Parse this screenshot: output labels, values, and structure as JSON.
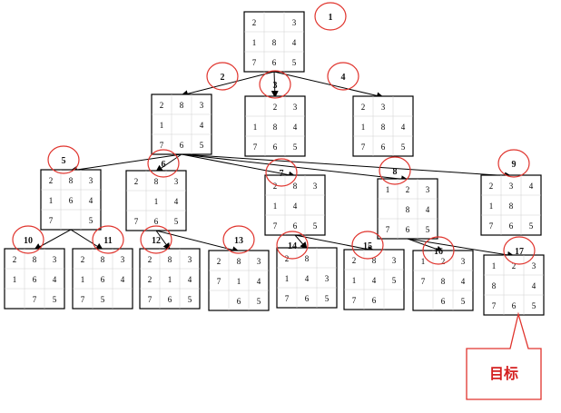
{
  "colors": {
    "ink": "#000000",
    "marker": "#e0342d",
    "label": "#111111",
    "goal_text": "#d42020"
  },
  "goal_label": "目标",
  "nodes": [
    {
      "id": "1",
      "cells": [
        [
          "2",
          "",
          "3"
        ],
        [
          "1",
          "8",
          "4"
        ],
        [
          "7",
          "6",
          "5"
        ]
      ]
    },
    {
      "id": "2",
      "cells": [
        [
          "2",
          "8",
          "3"
        ],
        [
          "1",
          "",
          "4"
        ],
        [
          "7",
          "6",
          "5"
        ]
      ]
    },
    {
      "id": "3",
      "cells": [
        [
          "",
          "2",
          "3"
        ],
        [
          "1",
          "8",
          "4"
        ],
        [
          "7",
          "6",
          "5"
        ]
      ]
    },
    {
      "id": "4",
      "cells": [
        [
          "2",
          "3",
          ""
        ],
        [
          "1",
          "8",
          "4"
        ],
        [
          "7",
          "6",
          "5"
        ]
      ]
    },
    {
      "id": "5",
      "cells": [
        [
          "2",
          "8",
          "3"
        ],
        [
          "1",
          "6",
          "4"
        ],
        [
          "7",
          "",
          "5"
        ]
      ]
    },
    {
      "id": "6",
      "cells": [
        [
          "2",
          "8",
          "3"
        ],
        [
          "",
          "1",
          "4"
        ],
        [
          "7",
          "6",
          "5"
        ]
      ]
    },
    {
      "id": "7",
      "cells": [
        [
          "2",
          "8",
          "3"
        ],
        [
          "1",
          "4",
          ""
        ],
        [
          "7",
          "6",
          "5"
        ]
      ]
    },
    {
      "id": "8",
      "cells": [
        [
          "1",
          "2",
          "3"
        ],
        [
          "",
          "8",
          "4"
        ],
        [
          "7",
          "6",
          "5"
        ]
      ]
    },
    {
      "id": "9",
      "cells": [
        [
          "2",
          "3",
          "4"
        ],
        [
          "1",
          "8",
          ""
        ],
        [
          "7",
          "6",
          "5"
        ]
      ]
    },
    {
      "id": "10",
      "cells": [
        [
          "2",
          "8",
          "3"
        ],
        [
          "1",
          "6",
          "4"
        ],
        [
          "",
          "7",
          "5"
        ]
      ]
    },
    {
      "id": "11",
      "cells": [
        [
          "2",
          "8",
          "3"
        ],
        [
          "1",
          "6",
          "4"
        ],
        [
          "7",
          "5",
          ""
        ]
      ]
    },
    {
      "id": "12",
      "cells": [
        [
          "2",
          "8",
          "3"
        ],
        [
          "2",
          "1",
          "4"
        ],
        [
          "7",
          "6",
          "5"
        ]
      ]
    },
    {
      "id": "13",
      "cells": [
        [
          "2",
          "8",
          "3"
        ],
        [
          "7",
          "1",
          "4"
        ],
        [
          "",
          "6",
          "5"
        ]
      ]
    },
    {
      "id": "14",
      "cells": [
        [
          "2",
          "8",
          ""
        ],
        [
          "1",
          "4",
          "3"
        ],
        [
          "7",
          "6",
          "5"
        ]
      ]
    },
    {
      "id": "15",
      "cells": [
        [
          "2",
          "8",
          "3"
        ],
        [
          "1",
          "4",
          "5"
        ],
        [
          "7",
          "6",
          ""
        ]
      ]
    },
    {
      "id": "16",
      "cells": [
        [
          "1",
          "2",
          "3"
        ],
        [
          "7",
          "8",
          "4"
        ],
        [
          "",
          "6",
          "5"
        ]
      ]
    },
    {
      "id": "17",
      "cells": [
        [
          "1",
          "2",
          "3"
        ],
        [
          "8",
          "",
          "4"
        ],
        [
          "7",
          "6",
          "5"
        ]
      ]
    }
  ],
  "edges": [
    [
      "1",
      "2"
    ],
    [
      "1",
      "3"
    ],
    [
      "1",
      "4"
    ],
    [
      "2",
      "5"
    ],
    [
      "2",
      "6"
    ],
    [
      "2",
      "7"
    ],
    [
      "2",
      "8"
    ],
    [
      "2",
      "9"
    ],
    [
      "5",
      "10"
    ],
    [
      "5",
      "11"
    ],
    [
      "6",
      "12"
    ],
    [
      "6",
      "13"
    ],
    [
      "7",
      "14"
    ],
    [
      "7",
      "15"
    ],
    [
      "8",
      "16"
    ],
    [
      "8",
      "17"
    ]
  ]
}
